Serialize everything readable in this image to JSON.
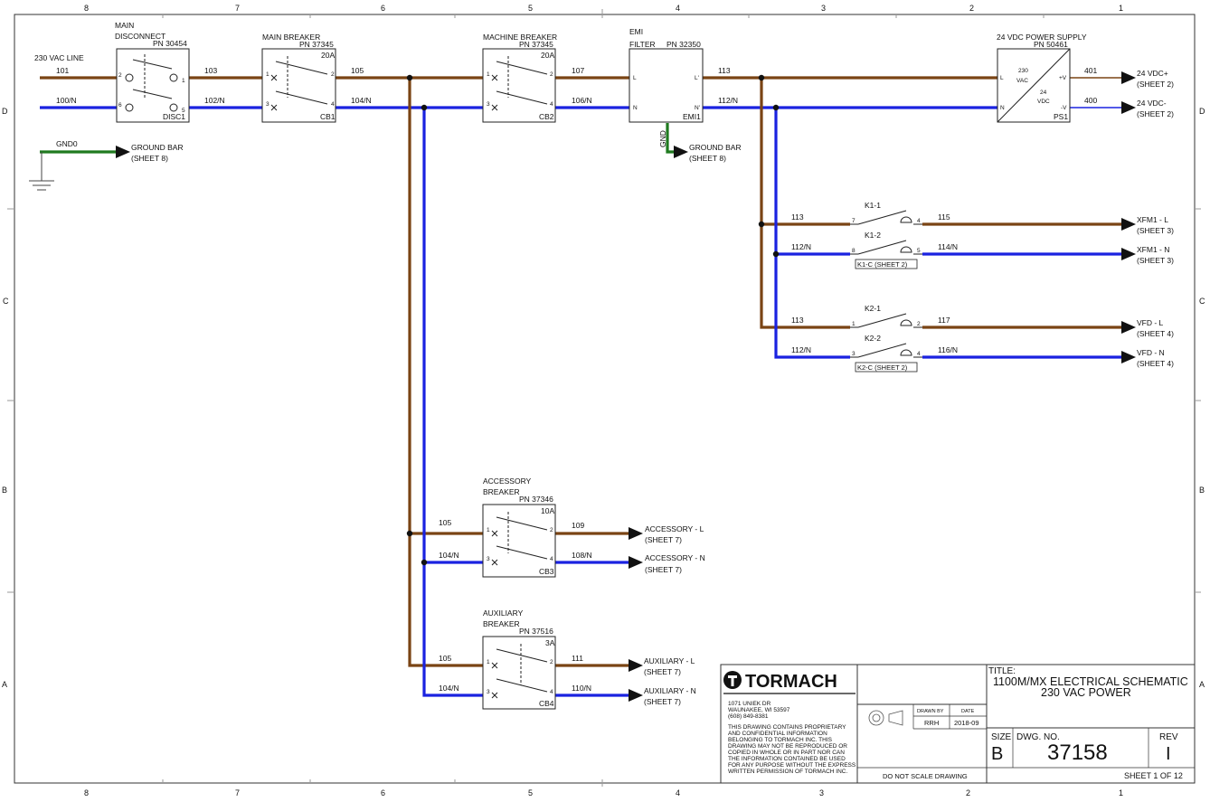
{
  "border": {
    "columns": [
      "8",
      "7",
      "6",
      "5",
      "4",
      "3",
      "2",
      "1"
    ],
    "rows": [
      "D",
      "C",
      "B",
      "A"
    ]
  },
  "line_in": {
    "label": "230 VAC LINE",
    "wire_l": "101",
    "wire_n": "100/N",
    "gnd": "GND0",
    "ground_bar": "GROUND BAR",
    "ground_sheet": "(SHEET 8)"
  },
  "disc1": {
    "title1": "MAIN",
    "title2": "DISCONNECT",
    "pn": "PN 30454",
    "ref": "DISC1",
    "pins": [
      "2",
      "1",
      "6",
      "5"
    ],
    "out_l": "103",
    "out_n": "102/N"
  },
  "cb1": {
    "title": "MAIN BREAKER",
    "pn": "PN 37345",
    "rating": "20A",
    "ref": "CB1",
    "pins": [
      "1",
      "2",
      "3",
      "4"
    ],
    "out_l": "105",
    "out_n": "104/N"
  },
  "cb2": {
    "title": "MACHINE BREAKER",
    "pn": "PN 37345",
    "rating": "20A",
    "ref": "CB2",
    "pins": [
      "1",
      "2",
      "3",
      "4"
    ],
    "out_l": "107",
    "out_n": "106/N"
  },
  "emi": {
    "title1": "EMI",
    "title2": "FILTER",
    "pn": "PN 32350",
    "ref": "EMI1",
    "pin_l": "L",
    "pin_n": "N",
    "pin_lo": "L'",
    "pin_no": "N'",
    "gnd": "GND",
    "out_l": "113",
    "out_n": "112/N",
    "ground_bar": "GROUND BAR",
    "ground_sheet": "(SHEET 8)"
  },
  "ps1": {
    "title": "24 VDC POWER SUPPLY",
    "pn": "PN 50461",
    "in_v1": "230",
    "in_v2": "VAC",
    "out_v1": "24",
    "out_v2": "VDC",
    "ref": "PS1",
    "pin_l": "L",
    "pin_n": "N",
    "pin_p": "+V",
    "pin_m": "-V",
    "out_p": "401",
    "out_m": "400",
    "dest_p": "24 VDC+",
    "dest_m": "24 VDC-",
    "sheet": "(SHEET 2)"
  },
  "k1": {
    "c1": "K1-1",
    "c2": "K1-2",
    "coil": "K1-C (SHEET 2)",
    "in_l": "113",
    "in_n": "112/N",
    "pins": [
      "7",
      "4",
      "8",
      "5"
    ],
    "out_l": "115",
    "out_n": "114/N",
    "dest_l": "XFM1 - L",
    "dest_n": "XFM1 - N",
    "sheet": "(SHEET 3)"
  },
  "k2": {
    "c1": "K2-1",
    "c2": "K2-2",
    "coil": "K2-C (SHEET 2)",
    "in_l": "113",
    "in_n": "112/N",
    "pins": [
      "1",
      "2",
      "3",
      "4"
    ],
    "out_l": "117",
    "out_n": "116/N",
    "dest_l": "VFD - L",
    "dest_n": "VFD - N",
    "sheet": "(SHEET 4)"
  },
  "cb3": {
    "title1": "ACCESSORY",
    "title2": "BREAKER",
    "pn": "PN 37346",
    "rating": "10A",
    "ref": "CB3",
    "pins": [
      "1",
      "2",
      "3",
      "4"
    ],
    "in_l": "105",
    "in_n": "104/N",
    "out_l": "109",
    "out_n": "108/N",
    "dest_l": "ACCESSORY - L",
    "dest_n": "ACCESSORY - N",
    "sheet": "(SHEET 7)"
  },
  "cb4": {
    "title1": "AUXILIARY",
    "title2": "BREAKER",
    "pn": "PN 37516",
    "rating": "3A",
    "ref": "CB4",
    "pins": [
      "1",
      "2",
      "3",
      "4"
    ],
    "in_l": "105",
    "in_n": "104/N",
    "out_l": "111",
    "out_n": "110/N",
    "dest_l": "AUXILIARY - L",
    "dest_n": "AUXILIARY - N",
    "sheet": "(SHEET 7)"
  },
  "title_block": {
    "company": "TORMACH",
    "address1": "1071 UNIEK DR",
    "address2": "WAUNAKEE, WI 53597",
    "phone": "(608) 849-8381",
    "notice": [
      "THIS DRAWING CONTAINS PROPRIETARY",
      "AND CONFIDENTIAL INFORMATION",
      "BELONGING TO TORMACH INC. THIS",
      "DRAWING MAY NOT BE REPRODUCED OR",
      "COPIED IN WHOLE OR IN PART NOR CAN",
      "THE INFORMATION CONTAINED BE USED",
      "FOR ANY PURPOSE WITHOUT THE EXPRESS",
      "WRITTEN PERMISSION OF TORMACH INC."
    ],
    "drawn_by_label": "DRAWN BY",
    "date_label": "DATE",
    "drawn_by": "RRH",
    "date": "2018-09",
    "no_scale": "DO NOT SCALE DRAWING",
    "title_label": "TITLE:",
    "title1": "1100M/MX ELECTRICAL SCHEMATIC",
    "title2": "230 VAC POWER",
    "size_label": "SIZE",
    "size": "B",
    "dwg_label": "DWG.  NO.",
    "dwg_no": "37158",
    "rev_label": "REV",
    "rev": "I",
    "sheet": "SHEET 1 OF 12"
  },
  "colors": {
    "line_wire": "#7a4414",
    "neutral_wire": "#1a22e0",
    "ground_wire": "#1f7a1f"
  }
}
